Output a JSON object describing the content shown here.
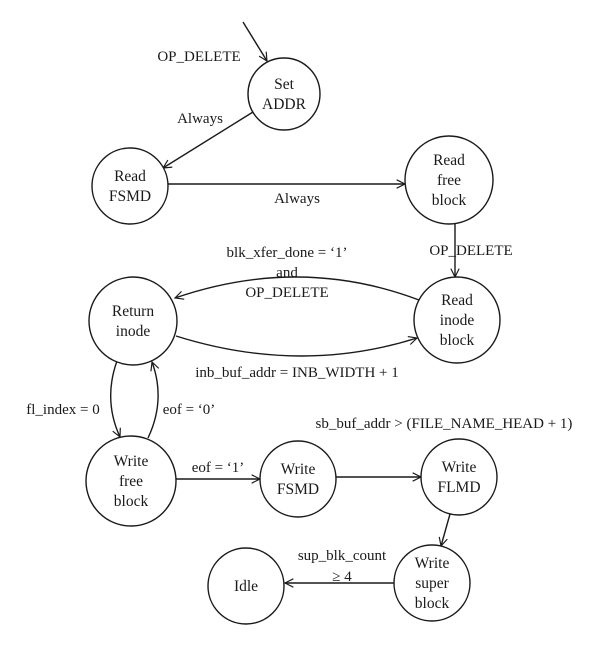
{
  "diagram": {
    "type": "state-machine",
    "states": [
      {
        "id": "set_addr",
        "lines": [
          "Set",
          "ADDR"
        ]
      },
      {
        "id": "read_fsmd",
        "lines": [
          "Read",
          "FSMD"
        ]
      },
      {
        "id": "read_free_block",
        "lines": [
          "Read",
          "free",
          "block"
        ]
      },
      {
        "id": "read_inode_block",
        "lines": [
          "Read",
          "inode",
          "block"
        ]
      },
      {
        "id": "return_inode",
        "lines": [
          "Return",
          "inode"
        ]
      },
      {
        "id": "write_free_block",
        "lines": [
          "Write",
          "free",
          "block"
        ]
      },
      {
        "id": "write_fsmd",
        "lines": [
          "Write",
          "FSMD"
        ]
      },
      {
        "id": "write_flmd",
        "lines": [
          "Write",
          "FLMD"
        ]
      },
      {
        "id": "write_super_block",
        "lines": [
          "Write",
          "super",
          "block"
        ]
      },
      {
        "id": "idle",
        "lines": [
          "Idle"
        ]
      }
    ],
    "transitions": [
      {
        "id": "entry",
        "from": null,
        "to": "set_addr",
        "label_lines": [
          "OP_DELETE"
        ]
      },
      {
        "id": "t1",
        "from": "set_addr",
        "to": "read_fsmd",
        "label_lines": [
          "Always"
        ]
      },
      {
        "id": "t2",
        "from": "read_fsmd",
        "to": "read_free_block",
        "label_lines": [
          "Always"
        ]
      },
      {
        "id": "t3",
        "from": "read_free_block",
        "to": "read_inode_block",
        "label_lines": [
          "OP_DELETE"
        ]
      },
      {
        "id": "t4",
        "from": "read_inode_block",
        "to": "return_inode",
        "label_lines": [
          "blk_xfer_done = ‘1’",
          "and",
          "OP_DELETE"
        ]
      },
      {
        "id": "t5",
        "from": "return_inode",
        "to": "read_inode_block",
        "label_lines": [
          "inb_buf_addr = INB_WIDTH + 1"
        ]
      },
      {
        "id": "t6",
        "from": "return_inode",
        "to": "write_free_block",
        "label_lines": [
          "fl_index = 0"
        ]
      },
      {
        "id": "t7",
        "from": "write_free_block",
        "to": "return_inode",
        "label_lines": [
          "eof = ‘0’"
        ]
      },
      {
        "id": "t8",
        "from": "write_free_block",
        "to": "write_fsmd",
        "label_lines": [
          "eof = ‘1’"
        ]
      },
      {
        "id": "t9",
        "from": "write_fsmd",
        "to": "write_flmd",
        "label_lines": [
          "sb_buf_addr > (FILE_NAME_HEAD + 1)"
        ]
      },
      {
        "id": "t10",
        "from": "write_flmd",
        "to": "write_super_block",
        "label_lines": []
      },
      {
        "id": "t11",
        "from": "write_super_block",
        "to": "idle",
        "label_lines": [
          "sup_blk_count",
          "≥ 4"
        ]
      }
    ]
  }
}
